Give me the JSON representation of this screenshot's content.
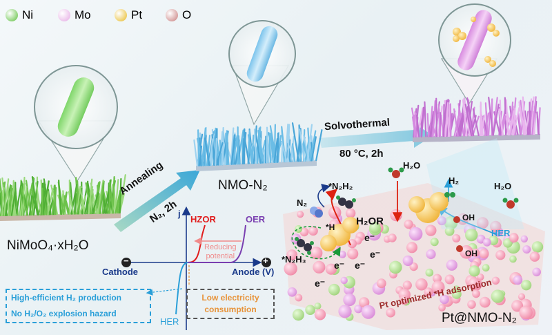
{
  "legend": [
    {
      "label": "Ni",
      "color": "#5bbf3a"
    },
    {
      "label": "Mo",
      "color": "#e5a8e3"
    },
    {
      "label": "Pt",
      "color": "#e7b923"
    },
    {
      "label": "O",
      "color": "#c77a7a"
    }
  ],
  "materials": {
    "precursor": "NiMoO₄·xH₂O",
    "annealed": "NMO-N₂",
    "final": "Pt@NMO-N₂"
  },
  "steps": {
    "annealing": "Annealing",
    "annealing_cond": "N₂, 2h",
    "solvothermal": "Solvothermal",
    "solvothermal_cond": "80 °C, 2h"
  },
  "plot": {
    "y_axis": "j",
    "cathode": "Cathode",
    "anode": "Anode (V)",
    "minus": "−",
    "plus": "+",
    "hzor": "HZOR",
    "oer": "OER",
    "her": "HER",
    "reducing": "Reducing\npotential",
    "colors": {
      "hzor": "#e11b1b",
      "oer": "#7a3fb0",
      "her": "#2a9fd8"
    }
  },
  "boxes": {
    "blue_line1": "High-efficient H₂ production",
    "blue_line2": "No H₂/O₂ explosion hazard",
    "orange_line1": "Low electricity",
    "orange_line2": "consumption"
  },
  "mechanism": {
    "n2": "N₂",
    "n2h2": "*N₂H₂",
    "h_star": "*H",
    "h2zor": "H₂OR",
    "n2h3": "*N₂H₃",
    "e1": "e⁻",
    "e2": "e⁻",
    "e3": "e⁻",
    "e4": "e⁻",
    "e5": "e⁻",
    "h2o_top": "H₂O",
    "h2": "H₂",
    "h2o_right": "H₂O",
    "oh1": "OH",
    "oh2": "OH",
    "her": "HER",
    "pt_caption": "Pt optimized *H adsorption"
  }
}
